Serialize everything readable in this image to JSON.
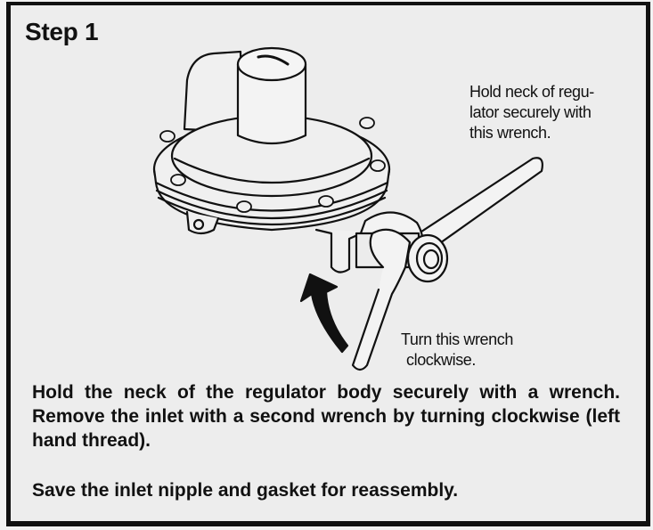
{
  "step": {
    "title": "Step 1"
  },
  "callouts": {
    "hold_neck": [
      "Hold neck of regu-",
      "lator securely with",
      "this wrench."
    ],
    "turn_wrench": [
      "Turn this wrench",
      "clockwise."
    ]
  },
  "instructions": {
    "paragraph_1": "Hold the neck of the regulator body securely with a wrench.  Remove the inlet with a second wrench by turning clockwise (left hand thread).",
    "paragraph_2": "Save the inlet nipple and gasket for reassembly."
  },
  "illustration": {
    "subject": "gas-regulator-with-two-wrenches",
    "arrow_direction": "clockwise"
  },
  "colors": {
    "background": "#ededed",
    "border": "#111111",
    "ink": "#111111"
  }
}
